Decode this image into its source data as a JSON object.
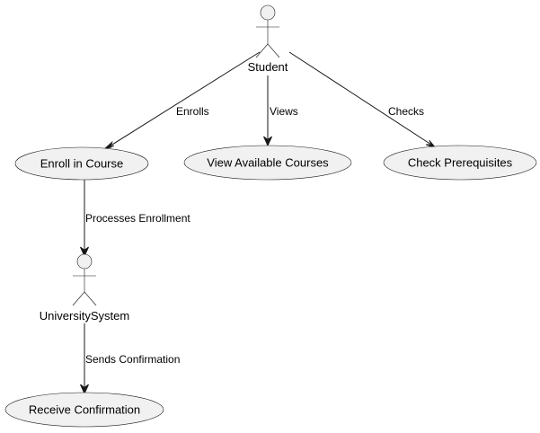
{
  "actors": {
    "student": {
      "label": "Student"
    },
    "university_system": {
      "label": "UniversitySystem"
    }
  },
  "use_cases": {
    "enroll_in_course": {
      "label": "Enroll in Course"
    },
    "view_available_courses": {
      "label": "View Available Courses"
    },
    "check_prerequisites": {
      "label": "Check Prerequisites"
    },
    "receive_confirmation": {
      "label": "Receive Confirmation"
    }
  },
  "edges": {
    "enrolls": {
      "label": "Enrolls",
      "from": "Student",
      "to": "Enroll in Course"
    },
    "views": {
      "label": "Views",
      "from": "Student",
      "to": "View Available Courses"
    },
    "checks": {
      "label": "Checks",
      "from": "Student",
      "to": "Check Prerequisites"
    },
    "processes_enrollment": {
      "label": "Processes Enrollment",
      "from": "Enroll in Course",
      "to": "UniversitySystem"
    },
    "sends_confirmation": {
      "label": "Sends Confirmation",
      "from": "UniversitySystem",
      "to": "Receive Confirmation"
    }
  },
  "colors": {
    "node_fill": "#f1f1f1",
    "stroke": "#181818",
    "text": "#000000",
    "background": "#ffffff"
  }
}
